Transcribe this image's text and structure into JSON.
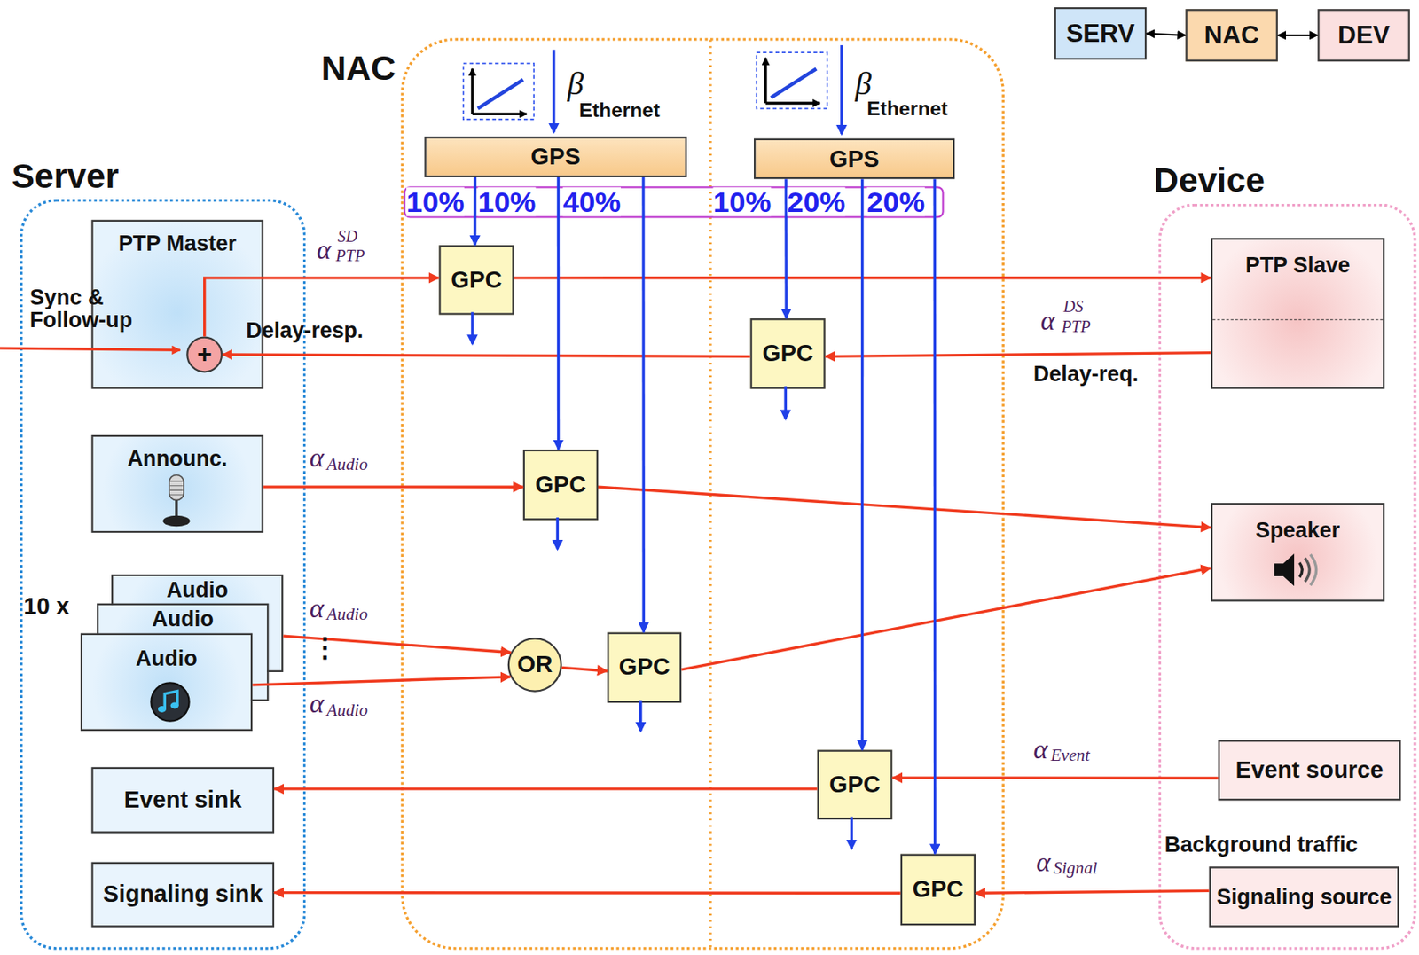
{
  "diagram": {
    "nodes": [
      {
        "text": [
          "NAC"
        ]
      },
      {
        "text": [
          "SERV"
        ]
      },
      {
        "text": [
          "NAC"
        ]
      },
      {
        "text": [
          "DEV"
        ]
      },
      {
        "text": [
          "Server"
        ]
      },
      {
        "text": [
          "Device"
        ]
      },
      {
        "text": [
          "PTP Master"
        ],
        "in": 4
      },
      {
        "text": [
          "+"
        ],
        "in": 6
      },
      {
        "text": [
          "Announc."
        ],
        "in": 4
      },
      {
        "text": [
          "Audio"
        ],
        "in": 4
      },
      {
        "text": [
          "Audio"
        ],
        "in": 4
      },
      {
        "text": [
          "Audio"
        ],
        "in": 4
      },
      {
        "text": [
          "Event sink"
        ],
        "in": 4
      },
      {
        "text": [
          "Signaling sink"
        ],
        "in": 4
      },
      {
        "text": [
          "GPS"
        ],
        "in": 0
      },
      {
        "text": [
          "GPS"
        ],
        "in": 0
      },
      {
        "text": [
          "GPC"
        ],
        "in": 0
      },
      {
        "text": [
          "GPC"
        ],
        "in": 0
      },
      {
        "text": [
          "GPC"
        ],
        "in": 0
      },
      {
        "text": [
          "OR"
        ],
        "in": 0
      },
      {
        "text": [
          "GPC"
        ],
        "in": 0
      },
      {
        "text": [
          "GPC"
        ],
        "in": 0
      },
      {
        "text": [
          "GPC"
        ],
        "in": 0
      },
      {
        "text": [
          "PTP Slave"
        ],
        "in": 5
      },
      {
        "text": [
          "Speaker"
        ],
        "in": 5
      },
      {
        "text": [
          "Event source"
        ],
        "in": 5
      },
      {
        "text": [
          "Signaling source"
        ],
        "in": 5
      }
    ],
    "edges": [
      {
        "from": 1,
        "to": 2,
        "arrow": "both"
      },
      {
        "from": 2,
        "to": 3,
        "arrow": "both"
      },
      {
        "from": 7,
        "to": 16,
        "arrow": "to"
      },
      {
        "from": 16,
        "to": 23,
        "arrow": "to"
      },
      {
        "from": 23,
        "to": 17,
        "arrow": "to"
      },
      {
        "from": 17,
        "to": 7,
        "arrow": "to"
      },
      {
        "from": 8,
        "to": 18,
        "arrow": "to"
      },
      {
        "from": 18,
        "to": 24,
        "arrow": "to"
      },
      {
        "from": 9,
        "to": 19,
        "arrow": "to"
      },
      {
        "from": 11,
        "to": 19,
        "arrow": "to"
      },
      {
        "from": 19,
        "to": 20,
        "arrow": "to"
      },
      {
        "from": 20,
        "to": 24,
        "arrow": "to"
      },
      {
        "from": 25,
        "to": 21,
        "arrow": "to"
      },
      {
        "from": 21,
        "to": 12,
        "arrow": "to"
      },
      {
        "from": 26,
        "to": 22,
        "arrow": "to"
      },
      {
        "from": 22,
        "to": 13,
        "arrow": "to"
      },
      {
        "from": 14,
        "to": 16,
        "arrow": "to"
      },
      {
        "from": 14,
        "to": 18,
        "arrow": "to"
      },
      {
        "from": 14,
        "to": 20,
        "arrow": "to"
      },
      {
        "from": 15,
        "to": 17,
        "arrow": "to"
      },
      {
        "from": 15,
        "to": 21,
        "arrow": "to"
      },
      {
        "from": 15,
        "to": 22,
        "arrow": "to"
      }
    ],
    "labels": [
      "β",
      "Ethernet",
      "β",
      "Ethernet",
      "10%",
      "10%",
      "40%",
      "10%",
      "20%",
      "20%",
      "Sync & Follow-up",
      "Delay-resp.",
      "α",
      "SD",
      "PTP",
      "α",
      "DS",
      "PTP",
      "Delay-req.",
      "α",
      "Audio",
      "α",
      "Audio",
      "⋮",
      "α",
      "Audio",
      "α",
      "Event",
      "α",
      "Signal",
      "10 x",
      "Background traffic"
    ]
  }
}
